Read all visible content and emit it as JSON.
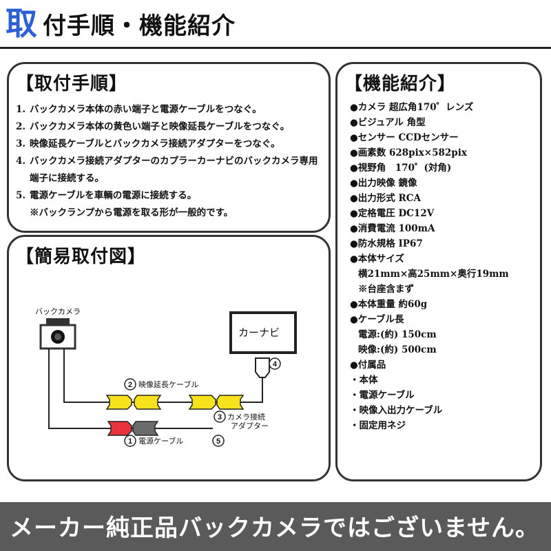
{
  "header": {
    "title_first": "取",
    "title_rest": "付手順・機能紹介"
  },
  "steps_panel": {
    "heading": "【取付手順】",
    "steps": [
      {
        "num": "1.",
        "text": "バックカメラ本体の赤い端子と電源ケーブルをつなぐ。"
      },
      {
        "num": "2.",
        "text": "バックカメラ本体の黄色い端子と映像延長ケーブルをつなぐ。"
      },
      {
        "num": "3.",
        "text": "映像延長ケーブルとバックカメラ接続アダプターをつなぐ。"
      },
      {
        "num": "4.",
        "text": "バックカメラ接続アダプターのカプラーカーナビのバックカメラ専用端子に接続する。"
      },
      {
        "num": "5.",
        "text": "電源ケーブルを車輌の電源に接続する。"
      }
    ],
    "note": "※バックランプから電源を取る形が一般的です。"
  },
  "diagram_panel": {
    "heading": "【簡易取付図】",
    "camera_label": "バックカメラ",
    "navi_label": "カーナビ",
    "video_cable_label": "映像延長ケーブル",
    "adapter_label_line1": "カメラ接続",
    "adapter_label_line2": "アダプター",
    "power_cable_label": "電源ケーブル",
    "num_1": "1",
    "num_2": "2",
    "num_3": "3",
    "num_4": "4",
    "num_5": "5",
    "colors": {
      "red": "#e8323c",
      "yellow": "#f7e21b",
      "gray": "#6b6b6b"
    }
  },
  "features_panel": {
    "heading": "【機能紹介】",
    "items": [
      "●カメラ 超広角170゜レンズ",
      "●ビジュアル 角型",
      "●センサー CCDセンサー",
      "●画素数 628pix×582pix",
      "●視野角　170゜(対角)",
      "●出力映像 鏡像",
      "●出力形式 RCA",
      "●定格電圧 DC12V",
      "●消費電流 100mA",
      "●防水規格 IP67",
      "●本体サイズ",
      "横21mm×高25mm×奥行19mm",
      "※台座含まず",
      "●本体重量 約60g",
      "●ケーブル長",
      "電源:(約) 150cm",
      "映像:(約) 500cm",
      "●付属品",
      "・本体",
      "・電源ケーブル",
      "・映像入出力ケーブル",
      "・固定用ネジ"
    ]
  },
  "footer": {
    "text": "メーカー純正品バックカメラではございません。"
  }
}
